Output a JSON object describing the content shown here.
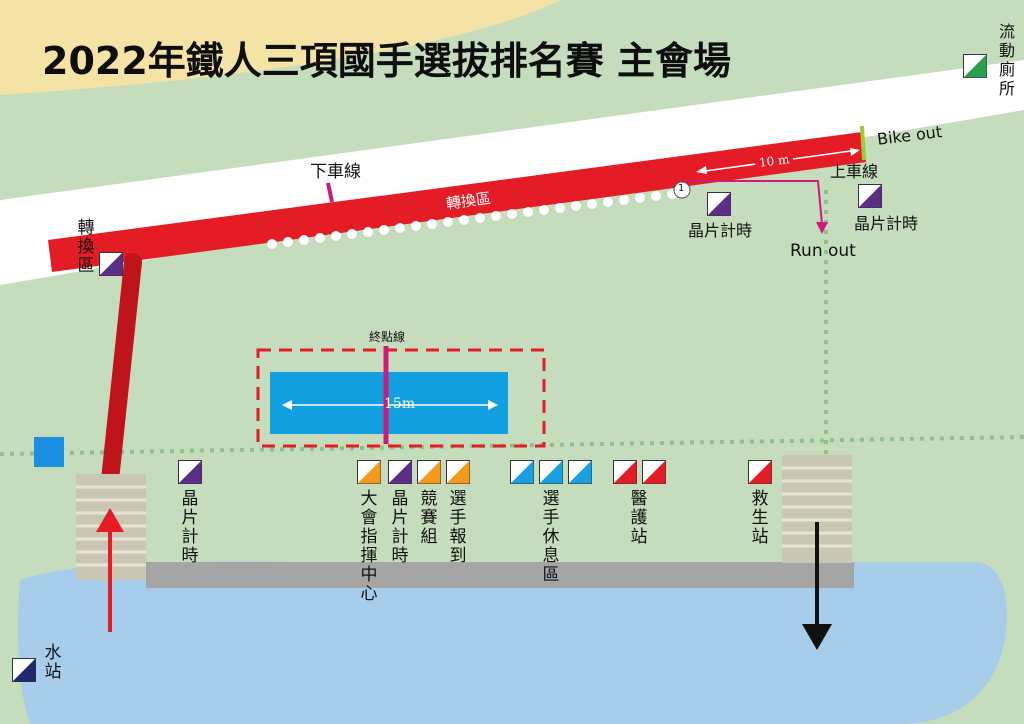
{
  "title": "2022年鐵人三項國手選拔排名賽 主會場",
  "labels": {
    "toilet": "流動廁所",
    "bike_out": "Bike out",
    "ten_m": "10 m",
    "mount_line": "上車線",
    "dismount_line": "下車線",
    "transition_area": "轉換區",
    "transition_area_left": "轉換區",
    "chip_timing_top1": "晶片計時",
    "chip_timing_top2": "晶片計時",
    "run_out": "Run out",
    "finish_line": "終點線",
    "fifteen_m": "15m",
    "marker_number": "1",
    "chip_timing_bottom1": "晶片計時",
    "command_center": "大會指揮中心",
    "chip_timing_bottom2": "晶片計時",
    "race_team": "競賽組",
    "athlete_checkin": "選手報到",
    "athlete_rest": "選手休息區",
    "medical_station": "醫護站",
    "lifeguard_station": "救生站",
    "water_station": "水站"
  },
  "colors": {
    "grass": "#c6ddbd",
    "sand": "#f4e3a4",
    "road": "#ffffff",
    "transition_red": "#e31c25",
    "water": "#a8cdeb",
    "pool_blue": "#12a0e0",
    "finish_magenta": "#d0197b",
    "path_dots": "#8fbf8a",
    "bike_out_green": "#9acd32",
    "flag_purple": "#5b2d86",
    "flag_orange": "#f29a1e",
    "flag_cyan": "#1aa0e0",
    "flag_red": "#e31c25",
    "flag_navy": "#1f2a6e",
    "flag_green": "#2e9e4a"
  }
}
